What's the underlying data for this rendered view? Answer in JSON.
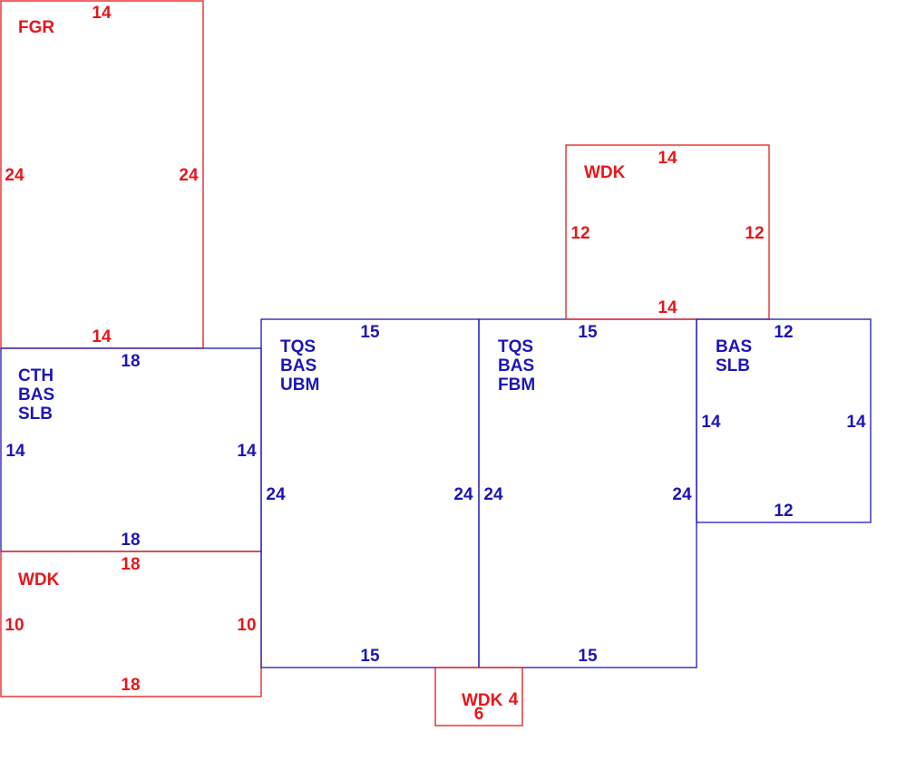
{
  "colors": {
    "red": "#e8161b",
    "blue": "#1d16b8"
  },
  "areas": [
    {
      "id": "fgr",
      "color": "red",
      "codes": [
        "FGR"
      ],
      "dims": {
        "top": "14",
        "left": "24",
        "right": "24",
        "bottom": "14"
      }
    },
    {
      "id": "cth",
      "color": "blue",
      "codes": [
        "CTH",
        "BAS",
        "SLB"
      ],
      "dims": {
        "top": "18",
        "left": "14",
        "right": "14",
        "bottom": "18"
      }
    },
    {
      "id": "wdk-left",
      "color": "red",
      "codes": [
        "WDK"
      ],
      "dims": {
        "top": "18",
        "left": "10",
        "right": "10",
        "bottom": "18"
      }
    },
    {
      "id": "tqs-ubm",
      "color": "blue",
      "codes": [
        "TQS",
        "BAS",
        "UBM"
      ],
      "dims": {
        "top": "15",
        "left": "24",
        "right": "24",
        "bottom": "15"
      }
    },
    {
      "id": "tqs-fbm",
      "color": "blue",
      "codes": [
        "TQS",
        "BAS",
        "FBM"
      ],
      "dims": {
        "top": "15",
        "left": "24",
        "right": "24",
        "bottom": "15"
      }
    },
    {
      "id": "wdk-top",
      "color": "red",
      "codes": [
        "WDK"
      ],
      "dims": {
        "top": "14",
        "left": "12",
        "right": "12",
        "bottom": "14"
      }
    },
    {
      "id": "bas-slb",
      "color": "blue",
      "codes": [
        "BAS",
        "SLB"
      ],
      "dims": {
        "top": "12",
        "left": "14",
        "right": "14",
        "bottom": "12"
      }
    },
    {
      "id": "wdk-small",
      "color": "red",
      "codes": [
        "WDK"
      ],
      "dims": {
        "right": "4",
        "bottom": "6"
      }
    }
  ]
}
